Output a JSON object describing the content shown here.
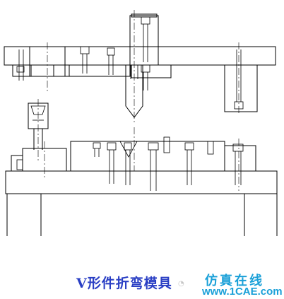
{
  "caption": "V形件折弯模具",
  "brand": {
    "name": "仿真在线",
    "site": "www.1CAE.com"
  },
  "watermark_icon": "wechat-icon",
  "colors": {
    "line": "#000000",
    "caption": "#2a3fc4",
    "brand": "#1aa0d8"
  }
}
